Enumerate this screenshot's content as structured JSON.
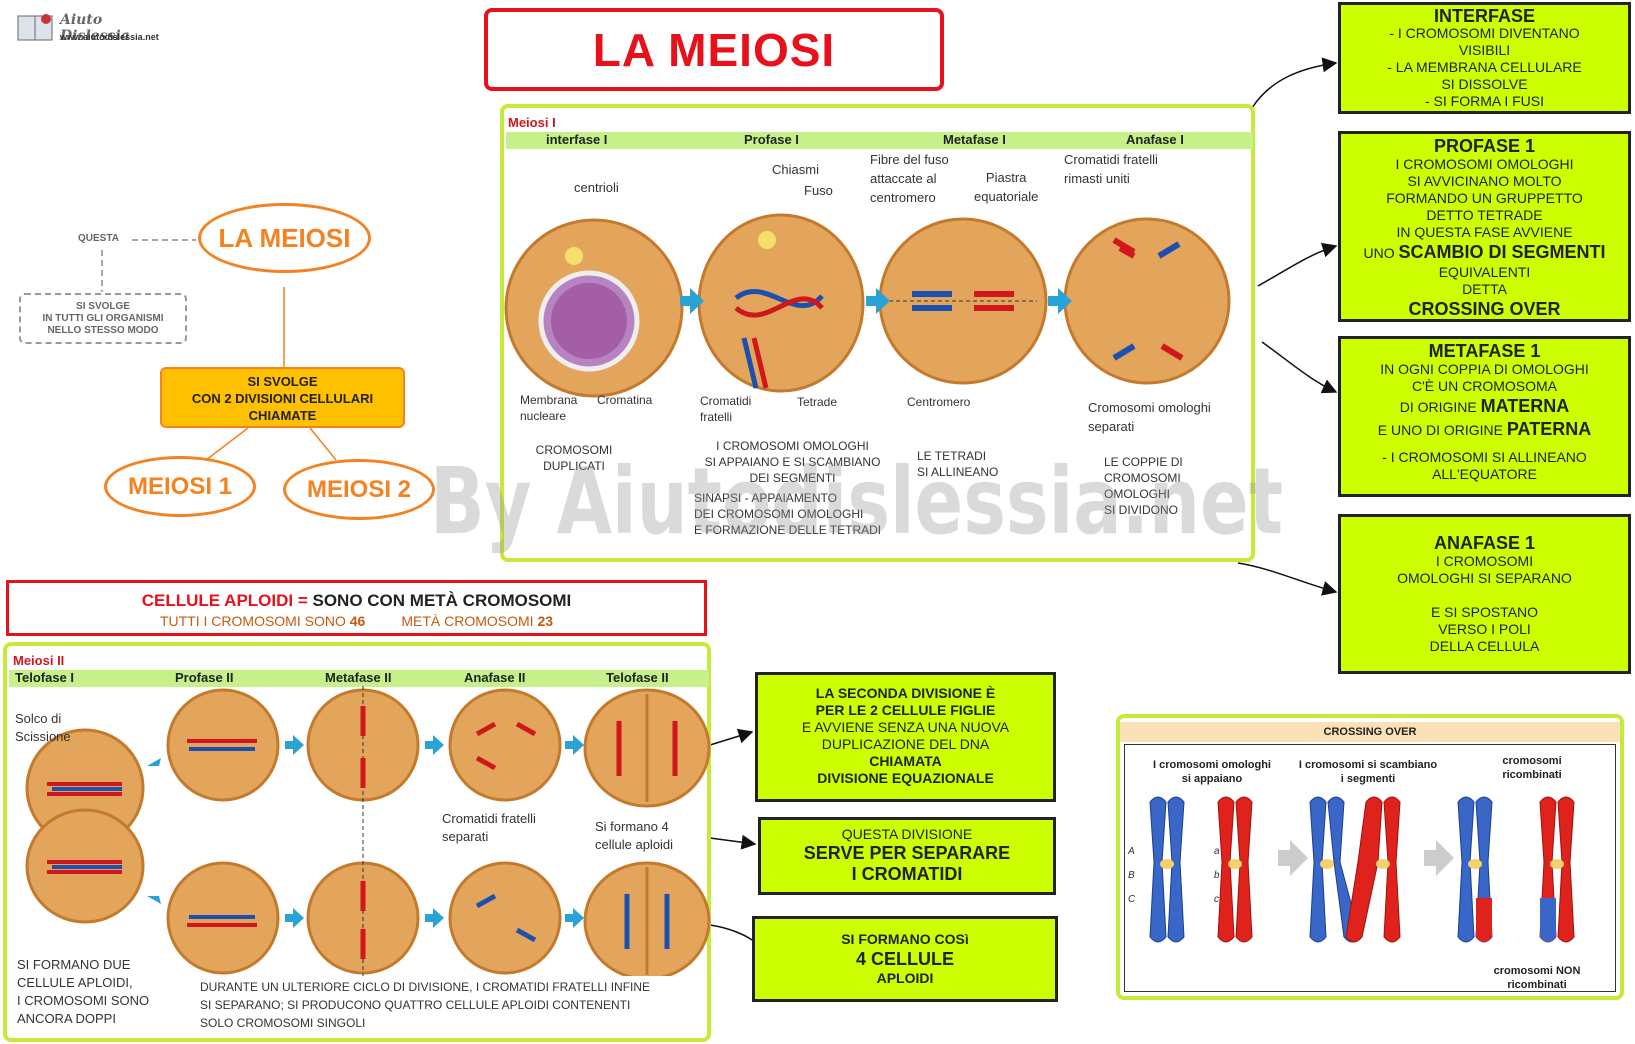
{
  "logo": {
    "name": "Aiuto Dislessia",
    "url": "www.aiutodislessia.net"
  },
  "title": "LA MEIOSI",
  "map": {
    "center": "LA MEIOSI",
    "questa": "QUESTA",
    "dashed": "SI SVOLGE\nIN TUTTI GLI ORGANISMI\nNELLO STESSO MODO",
    "orange": "SI SVOLGE\nCON 2 DIVISIONI CELLULARI\nCHIAMATE",
    "m1": "MEIOSI 1",
    "m2": "MEIOSI 2"
  },
  "meiosi1": {
    "label": "Meiosi I",
    "phases": [
      "interfase I",
      "Profase  I",
      "Metafase  I",
      "Anafase   I"
    ],
    "l_centrioli": "centrioli",
    "l_chiasmi": "Chiasmi",
    "l_fuso": "Fuso",
    "l_fibre": "Fibre del fuso\nattaccate al\ncentromero",
    "l_piastra": "Piastra\nequatoriale",
    "l_cromatidi_uniti": "Cromatidi fratelli\nrimasti uniti",
    "l_membrana": "Membrana\nnucleare",
    "l_cromatina": "Cromatina",
    "l_cromatidi": "Cromatidi\nfratelli",
    "l_tetrade": "Tetrade",
    "l_centromero": "Centromero",
    "l_omologhi": "Cromosomi omologhi\nseparati",
    "c1": "CROMOSOMI\nDUPLICATI",
    "c2": "I CROMOSOMI  OMOLOGHI\nSI APPAIANO E SI SCAMBIANO\nDEI SEGMENTI",
    "c2b": "SINAPSI - APPAIAMENTO\nDEI CROMOSOMI OMOLOGHI\nE FORMAZIONE DELLE TETRADI",
    "c3": "LE TETRADI\nSI ALLINEANO",
    "c4": "LE COPPIE DI\nCROMOSOMI\nOMOLOGHI\nSI DIVIDONO"
  },
  "right_boxes": {
    "interfase": {
      "title": "INTERFASE",
      "text": "- I CROMOSOMI DIVENTANO\nVISIBILI\n- LA MEMBRANA CELLULARE\nSI DISSOLVE\n- SI FORMA I FUSI"
    },
    "profase": {
      "title": "PROFASE 1",
      "t1": "I CROMOSOMI OMOLOGHI\nSI AVVICINANO MOLTO\nFORMANDO UN GRUPPETTO\nDETTO TETRADE\nIN QUESTA FASE AVVIENE",
      "t2a": "UNO ",
      "t2b": "SCAMBIO DI SEGMENTI",
      "t3": "EQUIVALENTI\nDETTA",
      "t4": "CROSSING OVER"
    },
    "metafase": {
      "title": "METAFASE 1",
      "t1": "IN OGNI COPPIA DI OMOLOGHI\nC'È UN CROMOSOMA",
      "t2a": "DI ORIGINE ",
      "t2b": "MATERNA",
      "t3a": "E UNO DI ORIGINE ",
      "t3b": "PATERNA",
      "t4": "- I CROMOSOMI SI ALLINEANO\nALL'EQUATORE"
    },
    "anafase": {
      "title": "ANAFASE 1",
      "text": "I  CROMOSOMI\nOMOLOGHI  SI  SEPARANO\n\nE SI SPOSTANO\nVERSO I POLI\nDELLA CELLULA"
    }
  },
  "aploidi": {
    "t1a": "CELLULE APLOIDI = ",
    "t1b": "SONO CON METÀ CROMOSOMI",
    "t2a": "TUTTI I CROMOSOMI SONO ",
    "t2b": "46",
    "t2c": "METÀ CROMOSOMI ",
    "t2d": "23"
  },
  "meiosi2": {
    "label": "Meiosi II",
    "phases": [
      "Telofase  I",
      "Profase   II",
      "Metafase   II",
      "Anafase   II",
      "Telofase   II"
    ],
    "l_solco": "Solco di\nScissione",
    "l_cromatidi": "Cromatidi fratelli\nseparati",
    "l_formano": "Si formano 4\ncellule aploidi",
    "c1": "SI FORMANO DUE\nCELLULE APLOIDI,\nI CROMOSOMI SONO\nANCORA DOPPI",
    "c2": "DURANTE UN ULTERIORE CICLO DI DIVISIONE, I CROMATIDI FRATELLI INFINE\nSI SEPARANO; SI PRODUCONO QUATTRO CELLULE  APLOIDI CONTENENTI\nSOLO CROMOSOMI SINGOLI"
  },
  "mid_boxes": {
    "b1a": "LA SECONDA DIVISIONE È\nPER LE 2 CELLULE FIGLIE",
    "b1b": "E AVVIENE SENZA UNA NUOVA\nDUPLICAZIONE DEL DNA",
    "b1c": "CHIAMATA\nDIVISIONE  EQUAZIONALE",
    "b2a": "QUESTA DIVISIONE",
    "b2b": "SERVE PER SEPARARE\nI CROMATIDI",
    "b3a": "SI FORMANO COSì",
    "b3b": "4 CELLULE",
    "b3c": "APLOIDI"
  },
  "crossing": {
    "title": "CROSSING OVER",
    "l1": "I cromosomi omologhi\nsi appaiano",
    "l2": "I cromosomi si  scambiano\ni segmenti",
    "l3": "cromosomi\nricombinati",
    "l4": "cromosomi NON\nricombinati",
    "a": "A",
    "b": "B",
    "c": "C",
    "la": "a",
    "lb": "b",
    "lc": "c"
  },
  "watermark": "By Aiutodislessia.net",
  "colors": {
    "red": "#e8101a",
    "orange": "#f58220",
    "green": "#ccff00",
    "panel": "#c6ea3a",
    "cell": "#e3a55c",
    "blue": "#1b4fb0"
  }
}
